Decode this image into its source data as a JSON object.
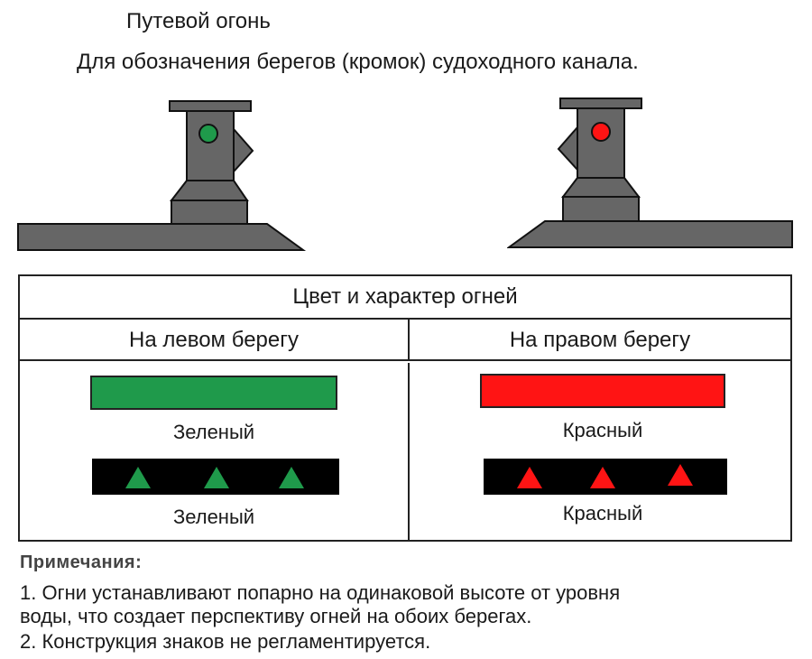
{
  "title": "Путевой огонь",
  "subtitle": "Для обозначения берегов (кромок) судоходного канала.",
  "colors": {
    "green": "#1f9a4b",
    "red": "#ff1414",
    "structure": "#666666",
    "outline": "#111111",
    "strip": "#000000"
  },
  "signs": {
    "left": {
      "light_color": "green",
      "icon": "green-light-tower"
    },
    "right": {
      "light_color": "red",
      "icon": "red-light-tower"
    }
  },
  "table": {
    "header": "Цвет и характер огней",
    "left_column": {
      "heading": "На левом берегу",
      "steady_label": "Зеленый",
      "flash_label": "Зеленый"
    },
    "right_column": {
      "heading": "На правом берегу",
      "steady_label": "Красный",
      "flash_label": "Красный"
    }
  },
  "notes": {
    "title": "Примечания:",
    "items": [
      "1. Огни устанавливают попарно на одинаковой высоте от уровня воды, что создает перспективу огней на обоих берегах.",
      "2. Конструкция знаков не регламентируется."
    ],
    "item1_line1": "1. Огни устанавливают попарно на одинаковой высоте от уровня",
    "item1_line2": "воды, что создает перспективу огней на обоих берегах."
  }
}
